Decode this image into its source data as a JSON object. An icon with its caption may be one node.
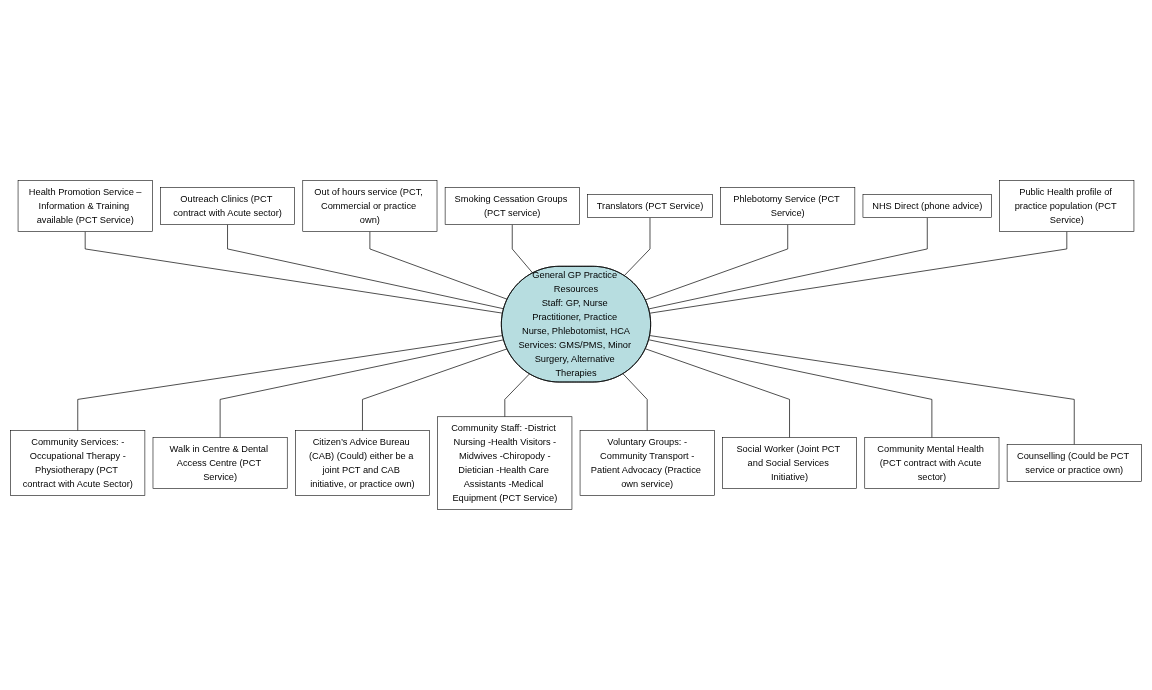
{
  "diagram": {
    "nodes": [
      {
        "text": [
          "General GP Practice Resources",
          "Staff: GP, Nurse Practitioner, Practice Nurse, Phlebotomist, HCA",
          "Services: GMS/PMS, Minor Surgery, Alternative Therapies"
        ]
      },
      {
        "text": [
          "Health Promotion Service –Information & Training available (PCT Service)"
        ]
      },
      {
        "text": [
          "Outreach Clinics (PCT contract with Acute sector)"
        ]
      },
      {
        "text": [
          "Out of hours service (PCT, Commercial or practice own)"
        ]
      },
      {
        "text": [
          "Smoking Cessation Groups (PCT service)"
        ]
      },
      {
        "text": [
          "Translators (PCT Service)"
        ]
      },
      {
        "text": [
          "Phlebotomy Service (PCT Service)"
        ]
      },
      {
        "text": [
          "NHS Direct (phone advice)"
        ]
      },
      {
        "text": [
          "Public Health profile of practice population (PCT Service)"
        ]
      },
      {
        "text": [
          "Community Services: -Occupational Therapy -Physiotherapy (PCT contract with Acute Sector)"
        ]
      },
      {
        "text": [
          "Walk in Centre & Dental Access Centre (PCT Service)"
        ]
      },
      {
        "text": [
          "Citizen’s Advice Bureau (CAB) (Could) either be a joint PCT and CAB initiative, or practice own)"
        ]
      },
      {
        "text": [
          "Community Staff: -District Nursing -Health Visitors -Midwives -Chiropody -Dietician -Health Care Assistants -Medical Equipment (PCT Service)"
        ]
      },
      {
        "text": [
          "Voluntary Groups: -Community Transport -Patient Advocacy (Practice own service)"
        ]
      },
      {
        "text": [
          "Social Worker (Joint PCT and Social Services Initiative)"
        ]
      },
      {
        "text": [
          "Community Mental Health (PCT contract with Acute sector)"
        ]
      },
      {
        "text": [
          "Counselling (Could be PCT service or practice own)"
        ]
      }
    ],
    "edges": [
      {
        "from": 1,
        "to": 0,
        "arrow": "none"
      },
      {
        "from": 2,
        "to": 0,
        "arrow": "none"
      },
      {
        "from": 3,
        "to": 0,
        "arrow": "none"
      },
      {
        "from": 4,
        "to": 0,
        "arrow": "none"
      },
      {
        "from": 5,
        "to": 0,
        "arrow": "none"
      },
      {
        "from": 6,
        "to": 0,
        "arrow": "none"
      },
      {
        "from": 7,
        "to": 0,
        "arrow": "none"
      },
      {
        "from": 8,
        "to": 0,
        "arrow": "none"
      },
      {
        "from": 0,
        "to": 9,
        "arrow": "none"
      },
      {
        "from": 0,
        "to": 10,
        "arrow": "none"
      },
      {
        "from": 0,
        "to": 11,
        "arrow": "none"
      },
      {
        "from": 0,
        "to": 12,
        "arrow": "none"
      },
      {
        "from": 0,
        "to": 13,
        "arrow": "none"
      },
      {
        "from": 0,
        "to": 14,
        "arrow": "none"
      },
      {
        "from": 0,
        "to": 15,
        "arrow": "none"
      },
      {
        "from": 0,
        "to": 16,
        "arrow": "none"
      }
    ]
  }
}
